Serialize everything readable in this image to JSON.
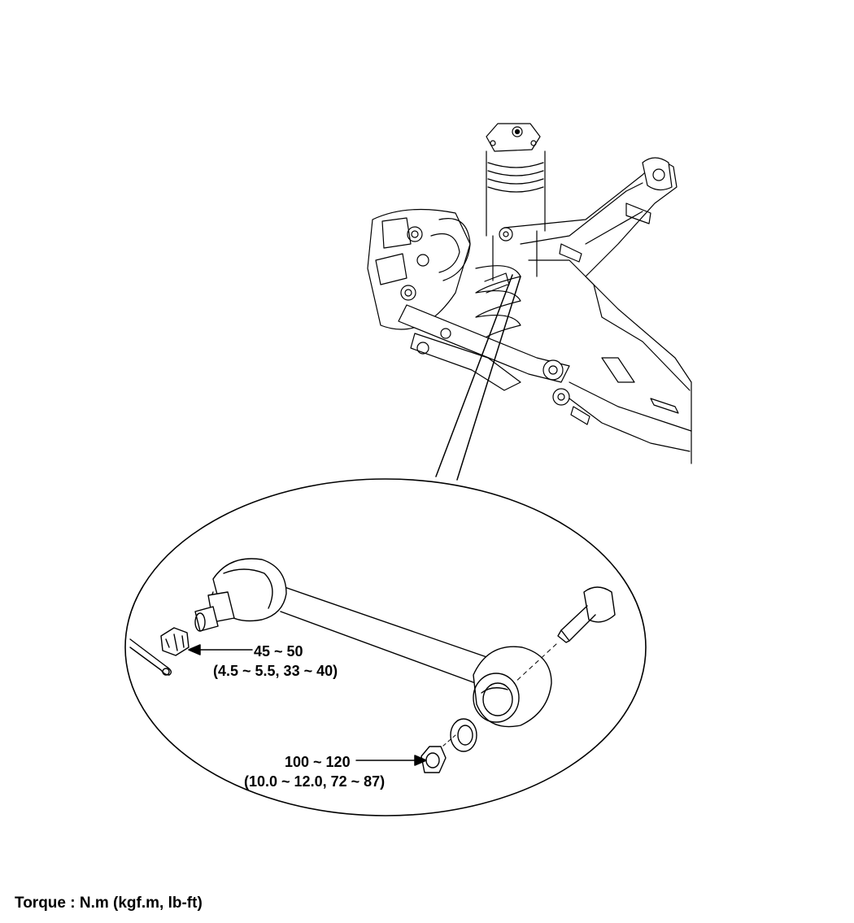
{
  "torque_unit_note": "Torque : N.m (kgf.m, lb-ft)",
  "callouts": [
    {
      "part": "castle-nut",
      "nm": "45 ~ 50",
      "alt": "(4.5 ~ 5.5, 33 ~ 40)"
    },
    {
      "part": "flange-nut",
      "nm": "100 ~ 120",
      "alt": "(10.0 ~ 12.0, 72 ~ 87)"
    }
  ]
}
